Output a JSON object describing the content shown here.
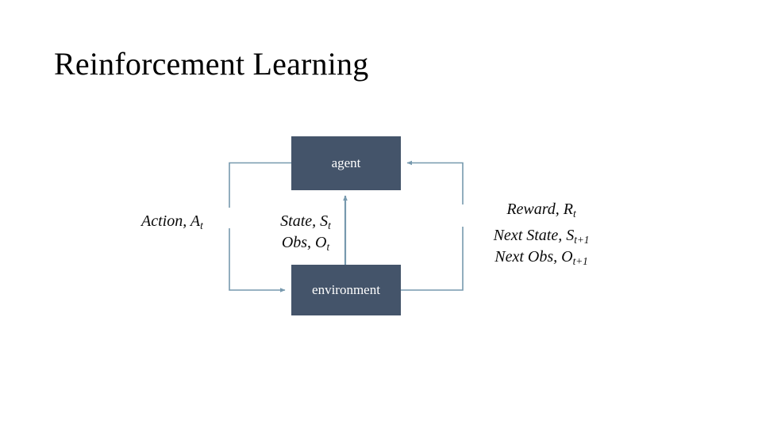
{
  "slide": {
    "title": "Reinforcement Learning",
    "background_color": "#FFFFFF"
  },
  "diagram": {
    "type": "cycle-flow",
    "node_fill_color": "#44546A",
    "node_text_color": "#FFFFFF",
    "connector_color": "#7799AE",
    "nodes": [
      {
        "id": "agent",
        "label": "agent"
      },
      {
        "id": "environment",
        "label": "environment"
      }
    ],
    "edges": [
      {
        "id": "agent-to-environment",
        "from": "agent",
        "to": "environment",
        "side": "left",
        "label": "Action, At",
        "label_text": "Action,",
        "label_symbol": "A",
        "label_subscript": "t"
      },
      {
        "id": "environment-to-agent-center",
        "from": "environment",
        "to": "agent",
        "side": "center",
        "label_line_1_text": "State,",
        "label_line_1_symbol": "S",
        "label_line_1_subscript": "t",
        "label_line_2_text": "Obs,",
        "label_line_2_symbol": "O",
        "label_line_2_subscript": "t"
      },
      {
        "id": "environment-to-agent-right",
        "from": "environment",
        "to": "agent",
        "side": "right",
        "label_line_1_text": "Reward,",
        "label_line_1_symbol": "R",
        "label_line_1_subscript": "t",
        "label_line_2_text": "Next State,",
        "label_line_2_symbol": "S",
        "label_line_2_subscript": "t+1",
        "label_line_3_text": "Next Obs,",
        "label_line_3_symbol": "O",
        "label_line_3_subscript": "t+1"
      }
    ]
  }
}
